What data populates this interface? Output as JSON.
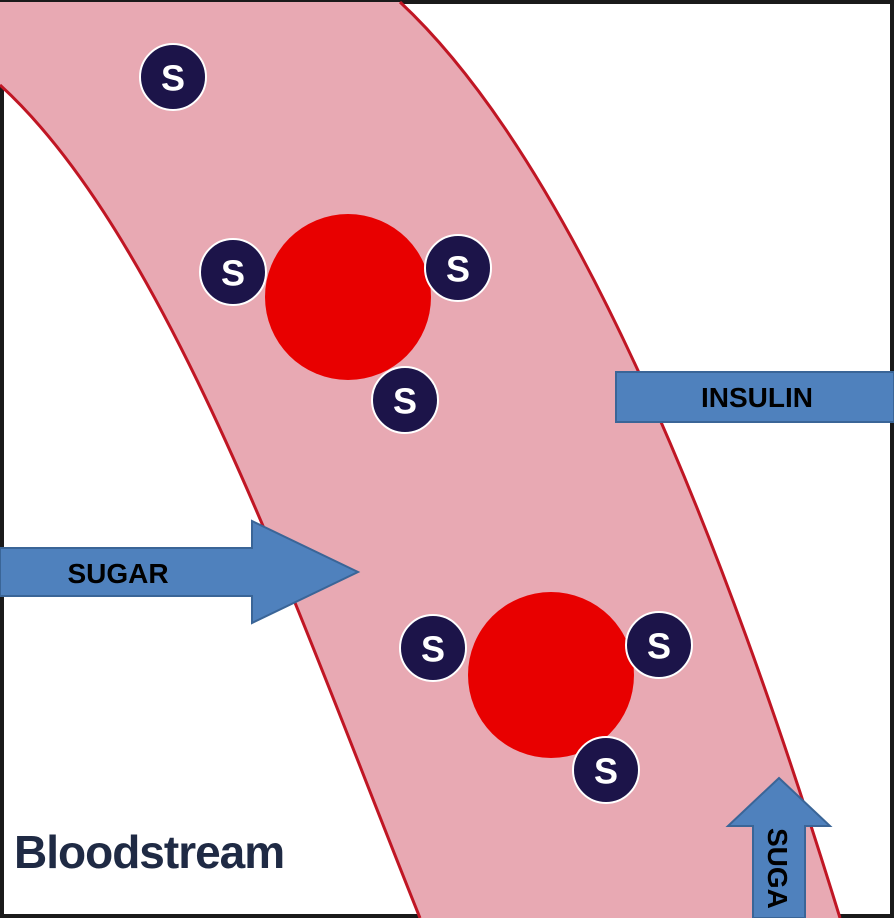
{
  "diagram": {
    "title": "Bloodstream",
    "arrows": {
      "sugar_left": "SUGAR",
      "insulin": "INSULIN",
      "sugar_bottom": "SUGA"
    },
    "sugar_symbol": "S",
    "colors": {
      "vessel_fill": "#e8a9b3",
      "vessel_edge": "#c01624",
      "cell": "#e80000",
      "sugar_circle": "#1c1449",
      "sugar_ring": "#ffffff",
      "arrow_fill": "#4f81bd",
      "arrow_stroke": "#3a6597",
      "frame": "#1a1a1a"
    },
    "icons": [
      "red-blood-cell-icon",
      "sugar-molecule-icon",
      "arrow-icon"
    ]
  }
}
